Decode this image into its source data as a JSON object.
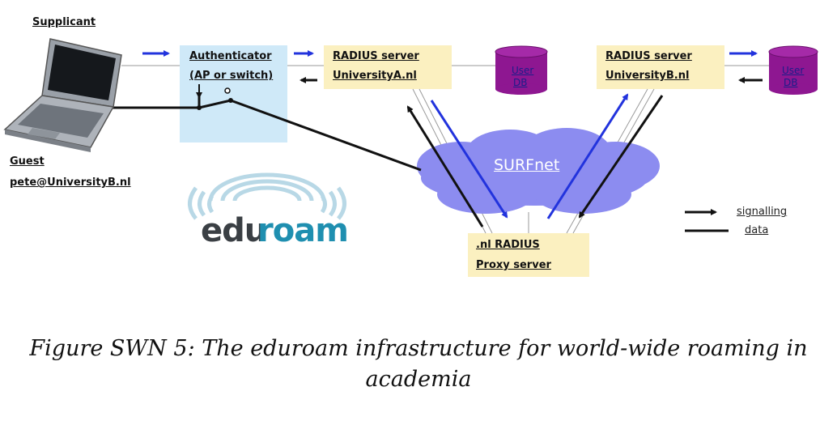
{
  "supplicant": {
    "label": "Supplicant"
  },
  "guest": {
    "label": "Guest",
    "user": "pete@UniversityB.nl"
  },
  "authenticator": {
    "line1": "Authenticator",
    "line2": "(AP or switch)"
  },
  "radius_a": {
    "line1": "RADIUS server",
    "line2": "UniversityA.nl"
  },
  "radius_b": {
    "line1": "RADIUS server",
    "line2": "UniversityB.nl"
  },
  "userdb_a": {
    "line1": "User",
    "line2": "DB"
  },
  "userdb_b": {
    "line1": "User",
    "line2": "DB"
  },
  "cloud": {
    "label": "SURFnet"
  },
  "proxy": {
    "line1": ".nl RADIUS",
    "line2": "Proxy server"
  },
  "legend": {
    "signalling": "signalling",
    "data": "data"
  },
  "logo": {
    "part1": "edu",
    "part2": "roam"
  },
  "caption": {
    "text": "Figure SWN 5: The eduroam infrastructure for world-wide roaming in academia"
  },
  "colors": {
    "box_fill": "#fbf0c0",
    "auth_fill": "#cfe9f8",
    "db_fill": "#8e1791",
    "cloud_fill": "#8c8cf0",
    "signal_blue": "#2233dd",
    "data_line": "#111111",
    "logo_grey": "#3a3f44",
    "logo_teal": "#1f8fb0"
  }
}
